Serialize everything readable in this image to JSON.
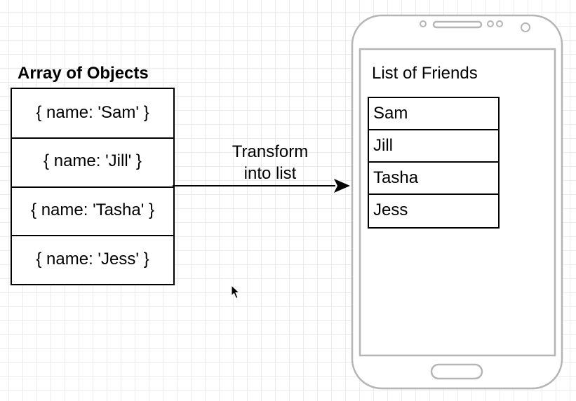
{
  "array": {
    "title": "Array of Objects",
    "items": [
      "{ name: 'Sam' }",
      "{ name: 'Jill' }",
      "{ name: 'Tasha' }",
      "{ name: 'Jess' }"
    ]
  },
  "arrow": {
    "label_line1": "Transform",
    "label_line2": "into list"
  },
  "phone": {
    "list_title": "List of Friends",
    "friends": [
      "Sam",
      "Jill",
      "Tasha",
      "Jess"
    ],
    "outline_color": "#b5b5b5"
  },
  "cursor": {
    "icon": "mouse-pointer-icon"
  }
}
